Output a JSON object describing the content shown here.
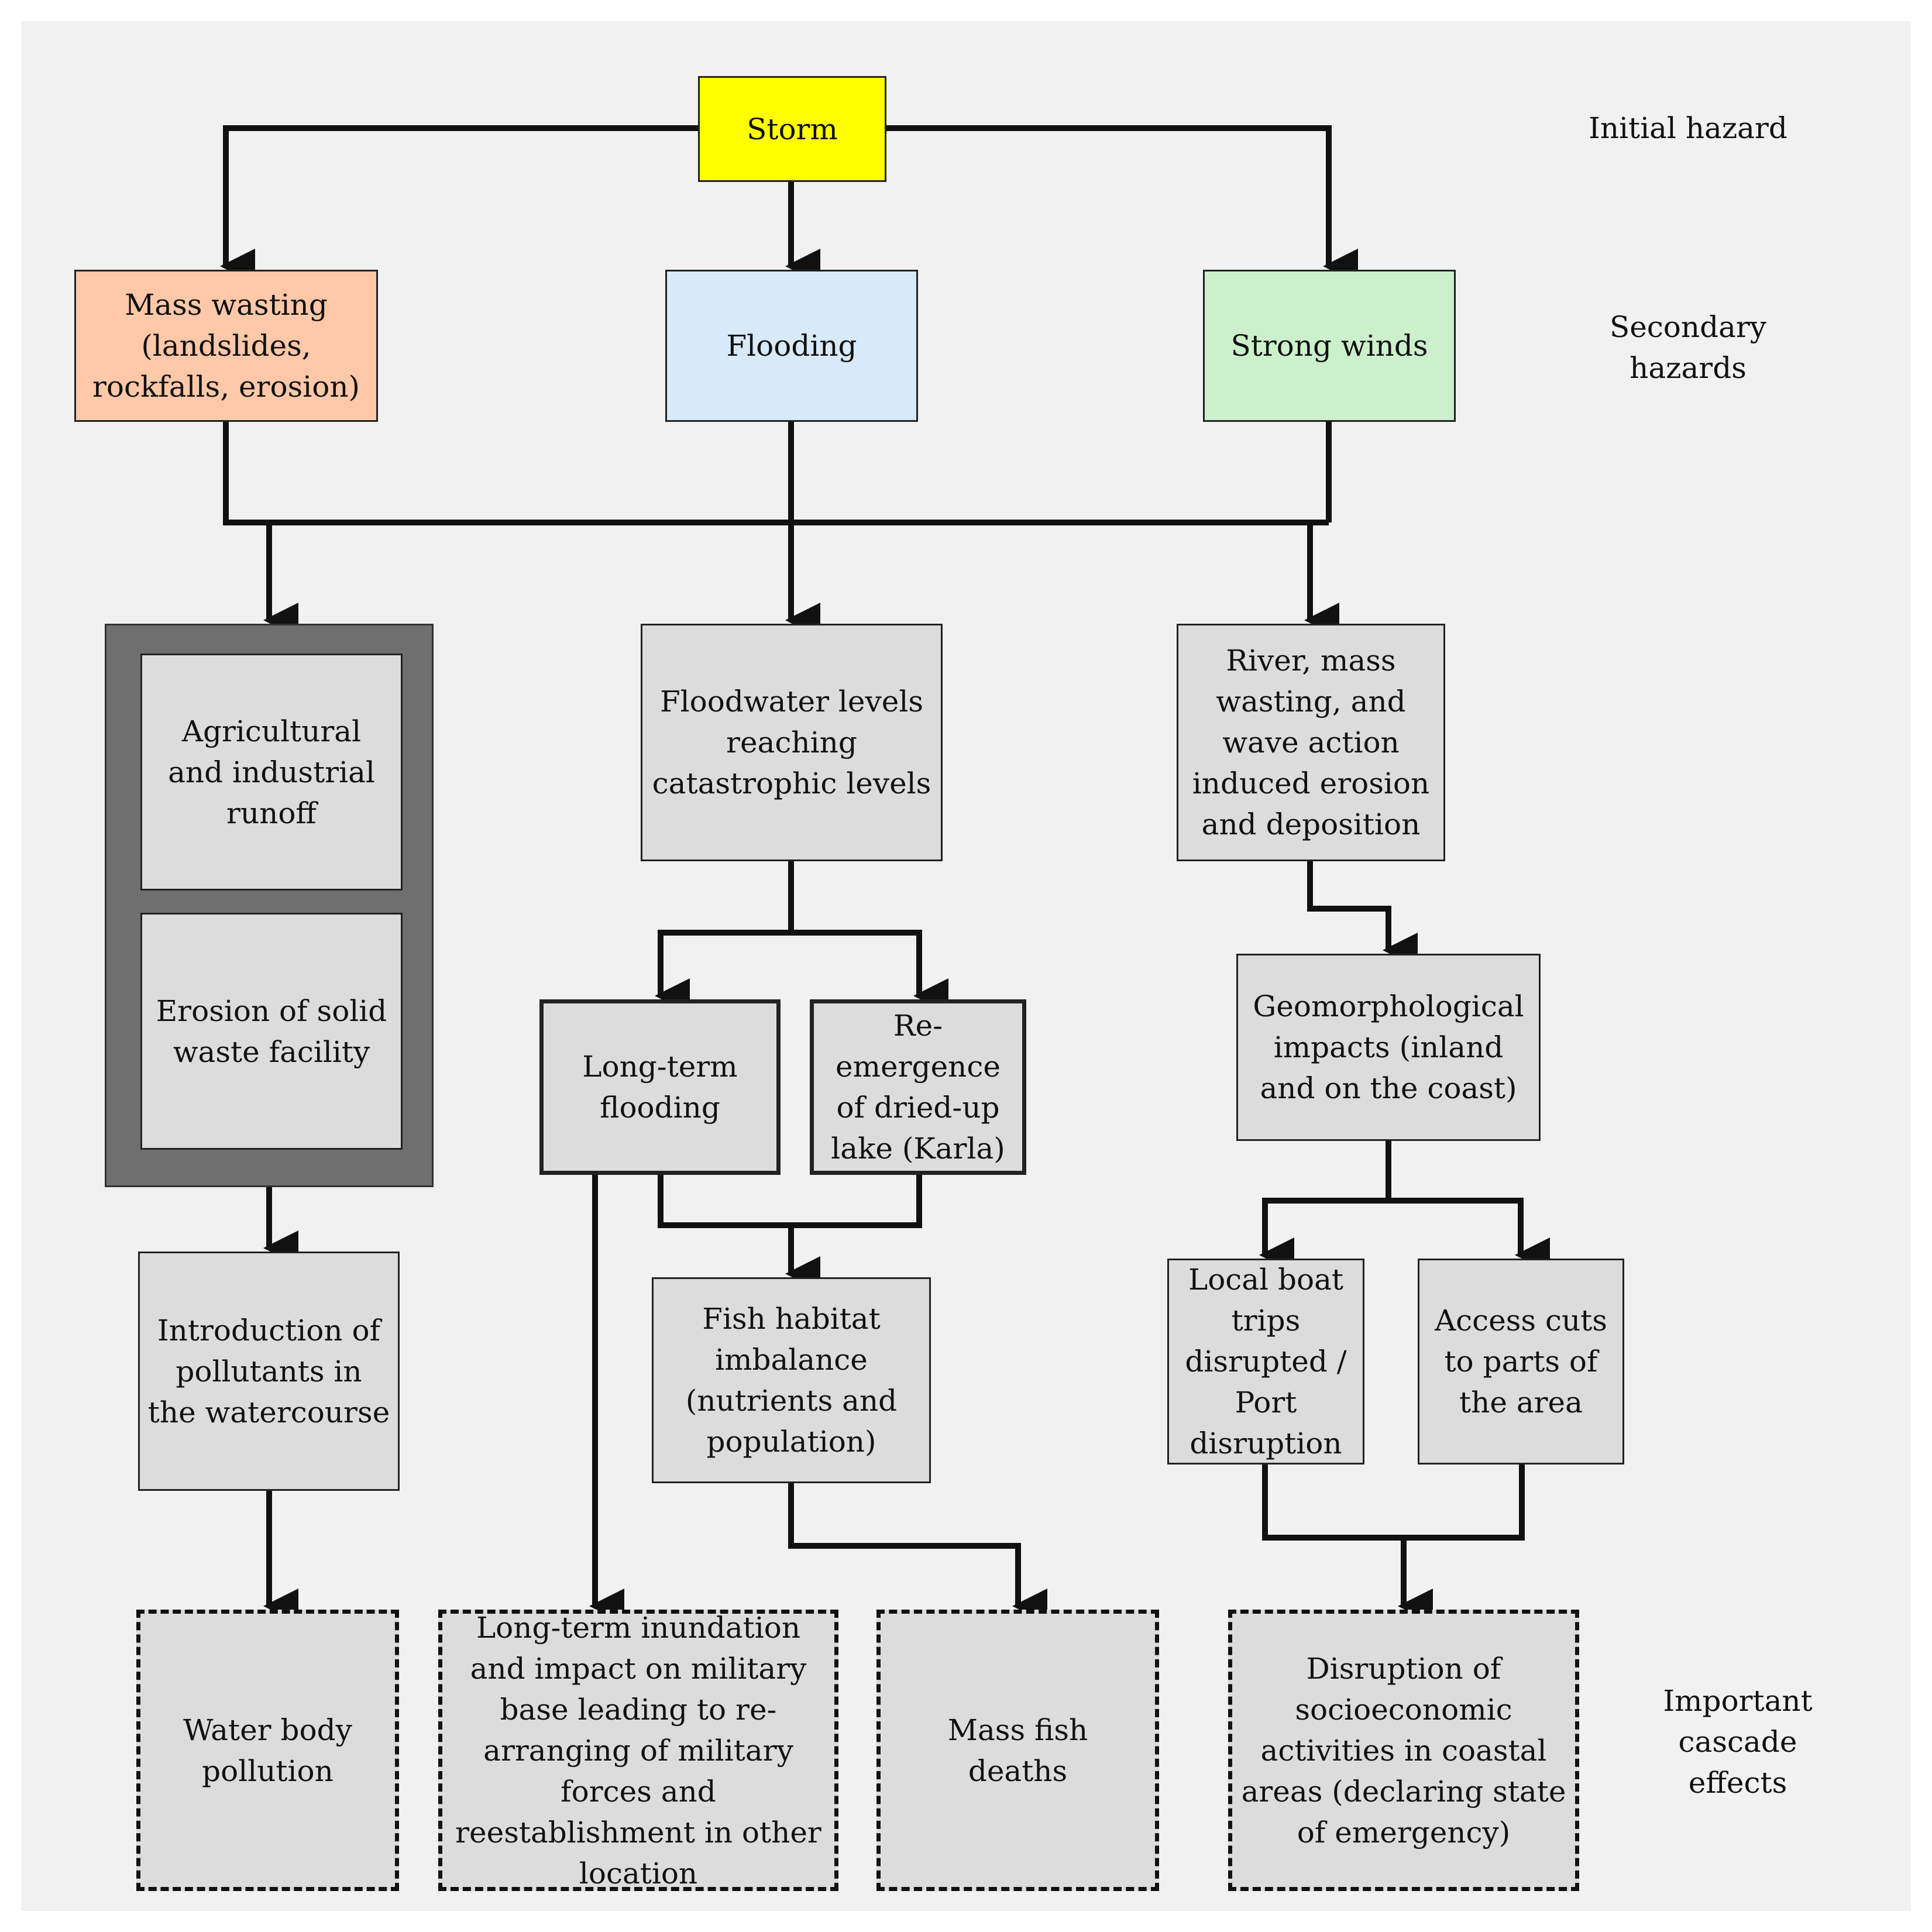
{
  "nodes": {
    "storm": "Storm",
    "mass_wasting": "Mass wasting\n(landslides,\nrockfalls, erosion)",
    "flooding": "Flooding",
    "strong_winds": "Strong winds",
    "agri_runoff": "Agricultural\nand industrial\nrunoff",
    "erosion_waste": "Erosion of solid\nwaste facility",
    "floodwater_levels": "Floodwater levels\nreaching\ncatastrophic levels",
    "river_erosion": "River, mass\nwasting, and\nwave action\ninduced erosion\nand deposition",
    "long_term_flooding": "Long-term\nflooding",
    "reemergence_lake": "Re-\nemergence\nof dried-up\nlake (Karla)",
    "geomorph_impacts": "Geomorphological\nimpacts (inland\nand on the coast)",
    "intro_pollutants": "Introduction of\npollutants in\nthe watercourse",
    "fish_habitat": "Fish habitat\nimbalance\n(nutrients and\npopulation)",
    "boat_trips": "Local boat\ntrips\ndisrupted /\nPort\ndisruption",
    "access_cuts": "Access cuts\nto parts of\nthe area",
    "water_pollution": "Water body\npollution",
    "inundation_military": "Long-term inundation\nand impact on military\nbase leading to re-\narranging of military\nforces and\nreestablishment in other\nlocation",
    "mass_fish_deaths": "Mass fish\ndeaths",
    "socioeconomic": "Disruption of\nsocioeconomic\nactivities in coastal\nareas (declaring state\nof emergency)"
  },
  "levels": {
    "initial": "Initial hazard",
    "secondary": "Secondary\nhazards",
    "cascade": "Important\ncascade\neffects"
  },
  "colors": {
    "storm": "#ffff00",
    "mass_wasting": "#ffc8a8",
    "flooding": "#d8e9f7",
    "strong_winds": "#ccf0cc",
    "effect_box": "#dcdcdc",
    "group_bg": "#6f6f6f",
    "canvas_bg": "#f1f1f1"
  }
}
